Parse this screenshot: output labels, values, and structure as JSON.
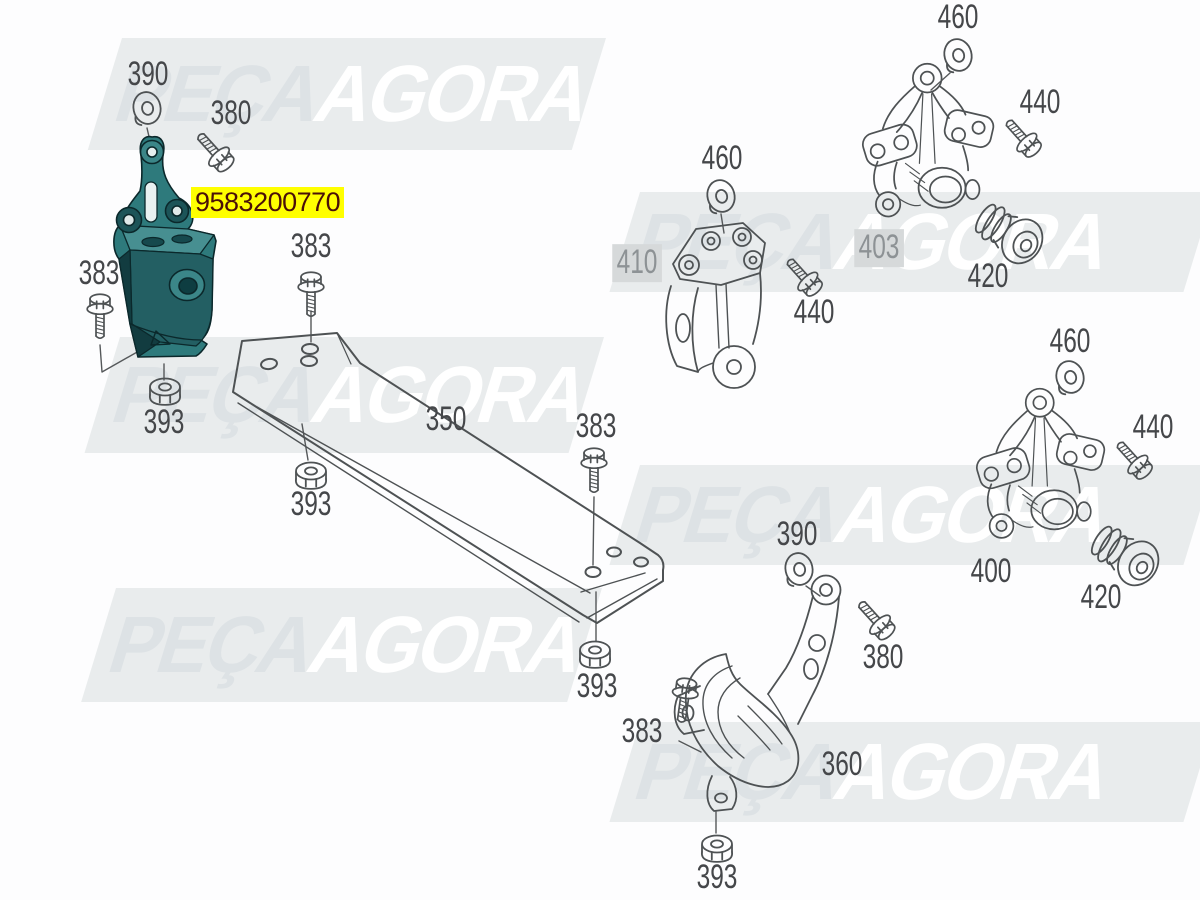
{
  "page": {
    "background": "#fdfdfe"
  },
  "watermark": {
    "word1": "PEÇA",
    "word2": "AGORA",
    "band_color": "#e9eced",
    "word1_color": "#dde2e5",
    "word2_color": "#ffffff"
  },
  "highlight": {
    "part_number": "9583200770",
    "background": "#ffff00",
    "text_color": "#4a1008",
    "part_fill_color": "#2e7a7c"
  },
  "callouts": [
    {
      "text": "390"
    },
    {
      "text": "380"
    },
    {
      "text": "383"
    },
    {
      "text": "393"
    },
    {
      "text": "383"
    },
    {
      "text": "350"
    },
    {
      "text": "393"
    },
    {
      "text": "383"
    },
    {
      "text": "393"
    },
    {
      "text": "460"
    },
    {
      "text": "440"
    },
    {
      "text": "403"
    },
    {
      "text": "420"
    },
    {
      "text": "460"
    },
    {
      "text": "410"
    },
    {
      "text": "440"
    },
    {
      "text": "460"
    },
    {
      "text": "440"
    },
    {
      "text": "400"
    },
    {
      "text": "420"
    },
    {
      "text": "390"
    },
    {
      "text": "380"
    },
    {
      "text": "360"
    },
    {
      "text": "383"
    },
    {
      "text": "393"
    }
  ]
}
